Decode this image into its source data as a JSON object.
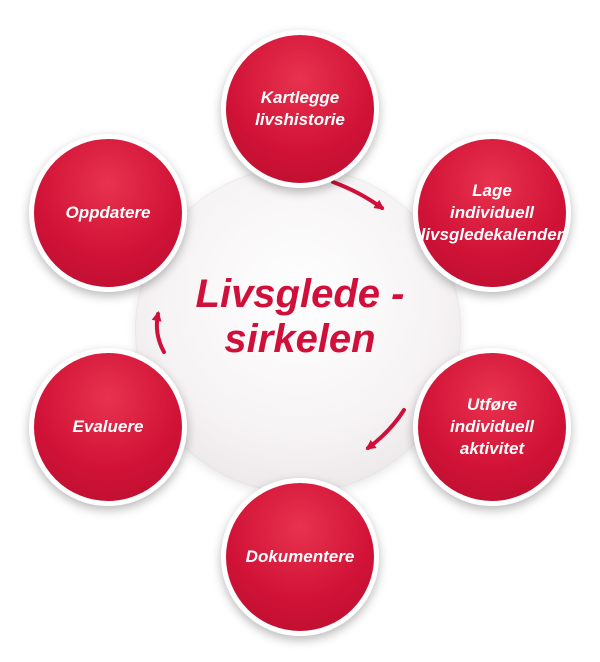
{
  "diagram": {
    "center": {
      "line1": "Livsglede -",
      "line2": "sirkelen"
    },
    "steps": [
      {
        "label": "Kartlegge\nlivshistorie"
      },
      {
        "label": "Lage\nindividuell\nlivsgledekalender"
      },
      {
        "label": "Utføre\nindividuell\naktivitet"
      },
      {
        "label": "Dokumentere"
      },
      {
        "label": "Evaluere"
      },
      {
        "label": "Oppdatere"
      }
    ],
    "colors": {
      "accent": "#d0103a",
      "node_fill": "#d11337",
      "text_on_node": "#ffffff",
      "center_fill": "#f4f1f2"
    }
  }
}
